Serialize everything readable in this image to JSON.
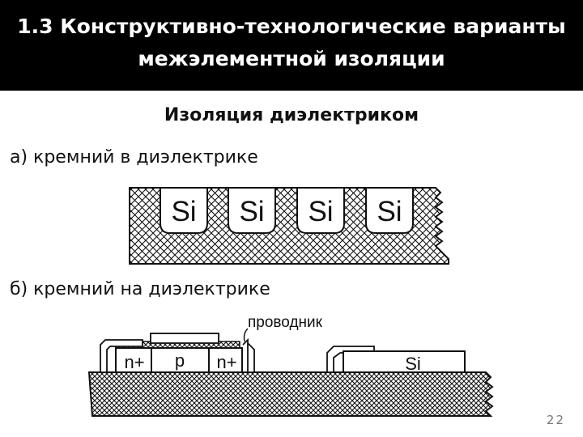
{
  "header": {
    "title_line1": "1.3 Конструктивно-технологические варианты",
    "title_line2": "межэлементной изоляции"
  },
  "subtitle": "Изоляция диэлектриком",
  "section_a": {
    "label": "а) кремний в диэлектрике",
    "pockets": [
      "Si",
      "Si",
      "Si",
      "Si"
    ]
  },
  "section_b": {
    "label": "б) кремний на диэлектрике",
    "conductor_label": "проводник",
    "regions": [
      "n+",
      "p",
      "n+"
    ],
    "island_label": "Si"
  },
  "page_number": "22"
}
